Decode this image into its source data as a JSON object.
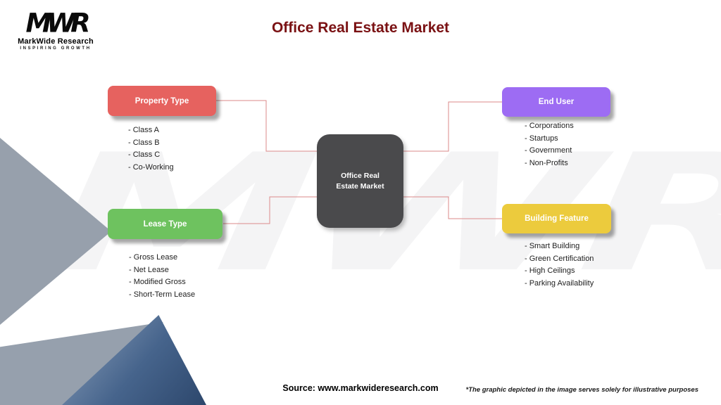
{
  "page": {
    "title": "Office Real Estate Market",
    "source": "Source: www.markwideresearch.com",
    "disclaimer": "*The graphic depicted in the image serves solely for illustrative purposes"
  },
  "logo": {
    "monogram": "MWR",
    "name": "MarkWide Research",
    "tagline": "INSPIRING GROWTH"
  },
  "watermark": "MWR",
  "center": {
    "label": "Office Real Estate Market"
  },
  "colors": {
    "title": "#7a1113",
    "connector": "#db8a8a",
    "center_box": "#4a4a4c"
  },
  "categories": [
    {
      "id": "property-type",
      "label": "Property Type",
      "color": "#e6625f",
      "items": [
        "- Class A",
        "- Class B",
        "- Class C",
        "- Co-Working"
      ]
    },
    {
      "id": "end-user",
      "label": "End User",
      "color": "#9d6cf3",
      "items": [
        "- Corporations",
        "- Startups",
        "- Government",
        "- Non-Profits"
      ]
    },
    {
      "id": "lease-type",
      "label": "Lease Type",
      "color": "#6ec25f",
      "items": [
        "- Gross Lease",
        "- Net Lease",
        "- Modified Gross",
        "- Short-Term Lease"
      ]
    },
    {
      "id": "building-feature",
      "label": "Building Feature",
      "color": "#eccb3d",
      "items": [
        "- Smart Building",
        "- Green Certification",
        "- High Ceilings",
        "- Parking Availability"
      ]
    }
  ]
}
